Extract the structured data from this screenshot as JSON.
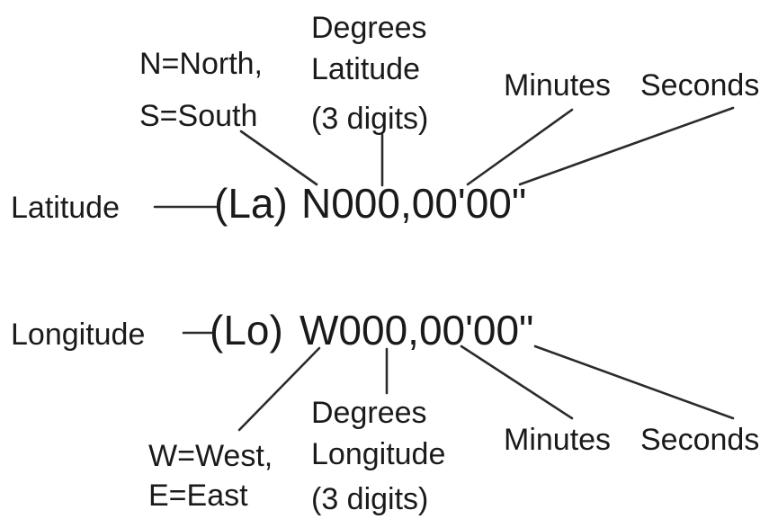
{
  "latitude": {
    "label": "Latitude",
    "code": "(La)",
    "value": "N000,00'00\"",
    "hemisphere_note": [
      "N=North,",
      "S=South"
    ],
    "degrees_note": [
      "Degrees",
      "Latitude",
      "(3 digits)"
    ],
    "minutes_label": "Minutes",
    "seconds_label": "Seconds"
  },
  "longitude": {
    "label": "Longitude",
    "code": "(Lo)",
    "value": "W000,00'00\"",
    "hemisphere_note": [
      "W=West,",
      "E=East"
    ],
    "degrees_note": [
      "Degrees",
      "Longitude",
      "(3 digits)"
    ],
    "minutes_label": "Minutes",
    "seconds_label": "Seconds"
  },
  "colors": {
    "text": "#1a1a1a",
    "line": "#2b2b2b",
    "background": "#ffffff"
  }
}
